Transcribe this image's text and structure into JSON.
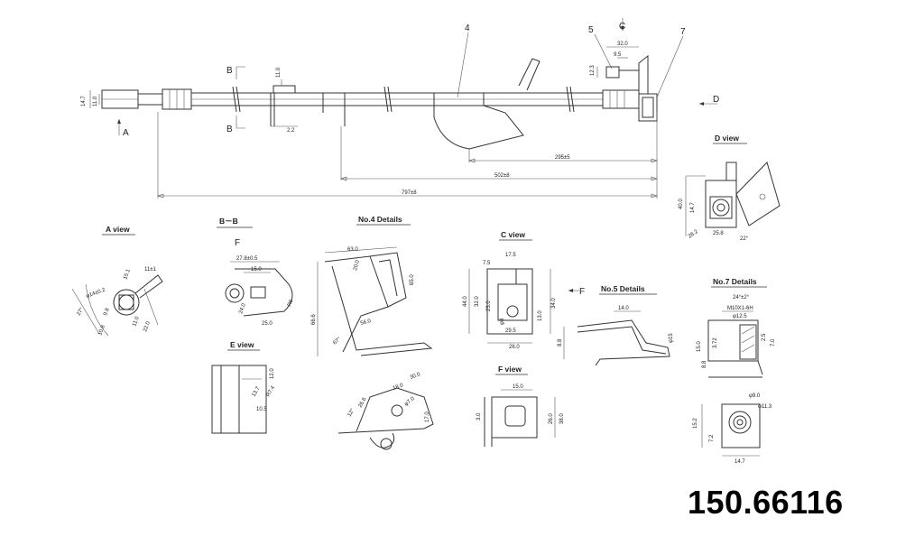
{
  "part_number": "150.66116",
  "main_view": {
    "callouts": {
      "c4": "4",
      "c5": "5",
      "cC": "C",
      "c7": "7",
      "cD": "D",
      "cA": "A",
      "cB1": "B",
      "cB2": "B"
    },
    "dims": {
      "d_14_7": "14.7",
      "d_11_0a": "11.0",
      "d_11_0b": "11.0",
      "d_2_2": "2.2",
      "d_32_0": "32.0",
      "d_9_5": "9.5",
      "d_12_3": "12.3",
      "d_295": "295±5",
      "d_502": "502±8",
      "d_797": "797±8"
    }
  },
  "views": {
    "d_view": {
      "title": "D view",
      "dims": [
        "40.0",
        "14.7",
        "25.8",
        "28.2",
        "22°"
      ]
    },
    "a_view": {
      "title": "A view",
      "dims": [
        "φ14±0.2",
        "9.8",
        "11.0",
        "22.0",
        "10.8",
        "15.1",
        "11±1",
        "27°"
      ]
    },
    "bb_view": {
      "title": "B－B",
      "marker": "F",
      "dims": [
        "27.8±0.5",
        "15.0",
        "24.0",
        "25.0",
        "R6"
      ]
    },
    "no4": {
      "title": "No.4  Details",
      "dims": [
        "63.0",
        "20.0",
        "65.0",
        "66.6",
        "56.0",
        "67°"
      ]
    },
    "c_view": {
      "title": "C view",
      "dims": [
        "17.5",
        "7.5",
        "44.0",
        "32.0",
        "23.0",
        "φ8",
        "13.0",
        "34.0",
        "29.5",
        "26.0"
      ]
    },
    "no5": {
      "title": "No.5  Details",
      "marker": "F",
      "dims": [
        "14.0",
        "8.8",
        "φ15"
      ]
    },
    "no7": {
      "title": "No.7  Details",
      "dims": [
        "24°±2°",
        "M10X1-6H",
        "φ12.5",
        "15.0",
        "3.72",
        "8.8",
        "2.5",
        "7.0"
      ]
    },
    "e_view": {
      "title": "E view",
      "dims": [
        "12.0",
        "13.7",
        "10.5",
        "R7.4"
      ]
    },
    "no4b": {
      "dims": [
        "30.0",
        "18.0",
        "12°",
        "26.6",
        "φ7.0",
        "17.0"
      ]
    },
    "f_view": {
      "title": "F view",
      "dims": [
        "15.0",
        "3.0",
        "26.0",
        "38.0"
      ]
    },
    "no7b": {
      "dims": [
        "φ9.0",
        "φ11.3",
        "15.2",
        "7.2",
        "14.7"
      ]
    }
  }
}
